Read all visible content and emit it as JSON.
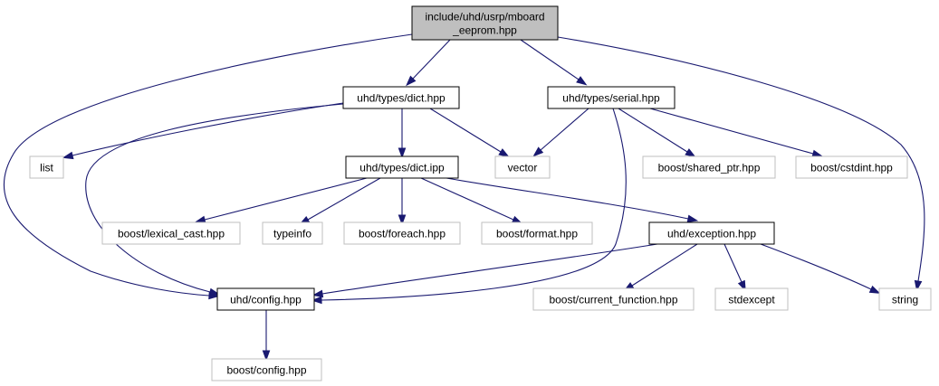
{
  "graph": {
    "colors": {
      "edge": "#191970",
      "focus_fill": "#bfbfbf",
      "focus_border": "#000000",
      "documented_border": "#000000",
      "external_border": "#bfbfbf",
      "external_text": "#404040"
    },
    "nodes": [
      {
        "id": "mboard_eeprom",
        "lines": [
          "include/uhd/usrp/mboard",
          "_eeprom.hpp"
        ],
        "kind": "focus"
      },
      {
        "id": "dict_hpp",
        "lines": [
          "uhd/types/dict.hpp"
        ],
        "kind": "documented"
      },
      {
        "id": "serial_hpp",
        "lines": [
          "uhd/types/serial.hpp"
        ],
        "kind": "documented"
      },
      {
        "id": "list",
        "lines": [
          "list"
        ],
        "kind": "external"
      },
      {
        "id": "vector",
        "lines": [
          "vector"
        ],
        "kind": "external"
      },
      {
        "id": "dict_ipp",
        "lines": [
          "uhd/types/dict.ipp"
        ],
        "kind": "documented"
      },
      {
        "id": "shared_ptr",
        "lines": [
          "boost/shared_ptr.hpp"
        ],
        "kind": "external"
      },
      {
        "id": "cstdint",
        "lines": [
          "boost/cstdint.hpp"
        ],
        "kind": "external"
      },
      {
        "id": "lexical_cast",
        "lines": [
          "boost/lexical_cast.hpp"
        ],
        "kind": "external"
      },
      {
        "id": "typeinfo",
        "lines": [
          "typeinfo"
        ],
        "kind": "external"
      },
      {
        "id": "foreach",
        "lines": [
          "boost/foreach.hpp"
        ],
        "kind": "external"
      },
      {
        "id": "format",
        "lines": [
          "boost/format.hpp"
        ],
        "kind": "external"
      },
      {
        "id": "exception_hpp",
        "lines": [
          "uhd/exception.hpp"
        ],
        "kind": "documented"
      },
      {
        "id": "config_hpp",
        "lines": [
          "uhd/config.hpp"
        ],
        "kind": "documented"
      },
      {
        "id": "current_function",
        "lines": [
          "boost/current_function.hpp"
        ],
        "kind": "external"
      },
      {
        "id": "stdexcept",
        "lines": [
          "stdexcept"
        ],
        "kind": "external"
      },
      {
        "id": "string",
        "lines": [
          "string"
        ],
        "kind": "external"
      },
      {
        "id": "boost_config",
        "lines": [
          "boost/config.hpp"
        ],
        "kind": "external"
      }
    ],
    "edges": [
      {
        "from": "mboard_eeprom",
        "to": "dict_hpp"
      },
      {
        "from": "mboard_eeprom",
        "to": "serial_hpp"
      },
      {
        "from": "mboard_eeprom",
        "to": "config_hpp"
      },
      {
        "from": "mboard_eeprom",
        "to": "string"
      },
      {
        "from": "dict_hpp",
        "to": "list"
      },
      {
        "from": "dict_hpp",
        "to": "vector"
      },
      {
        "from": "dict_hpp",
        "to": "dict_ipp"
      },
      {
        "from": "dict_hpp",
        "to": "config_hpp"
      },
      {
        "from": "serial_hpp",
        "to": "vector"
      },
      {
        "from": "serial_hpp",
        "to": "shared_ptr"
      },
      {
        "from": "serial_hpp",
        "to": "cstdint"
      },
      {
        "from": "serial_hpp",
        "to": "config_hpp"
      },
      {
        "from": "dict_ipp",
        "to": "lexical_cast"
      },
      {
        "from": "dict_ipp",
        "to": "typeinfo"
      },
      {
        "from": "dict_ipp",
        "to": "foreach"
      },
      {
        "from": "dict_ipp",
        "to": "format"
      },
      {
        "from": "dict_ipp",
        "to": "exception_hpp"
      },
      {
        "from": "exception_hpp",
        "to": "config_hpp"
      },
      {
        "from": "exception_hpp",
        "to": "current_function"
      },
      {
        "from": "exception_hpp",
        "to": "stdexcept"
      },
      {
        "from": "exception_hpp",
        "to": "string"
      },
      {
        "from": "config_hpp",
        "to": "boost_config"
      }
    ]
  }
}
